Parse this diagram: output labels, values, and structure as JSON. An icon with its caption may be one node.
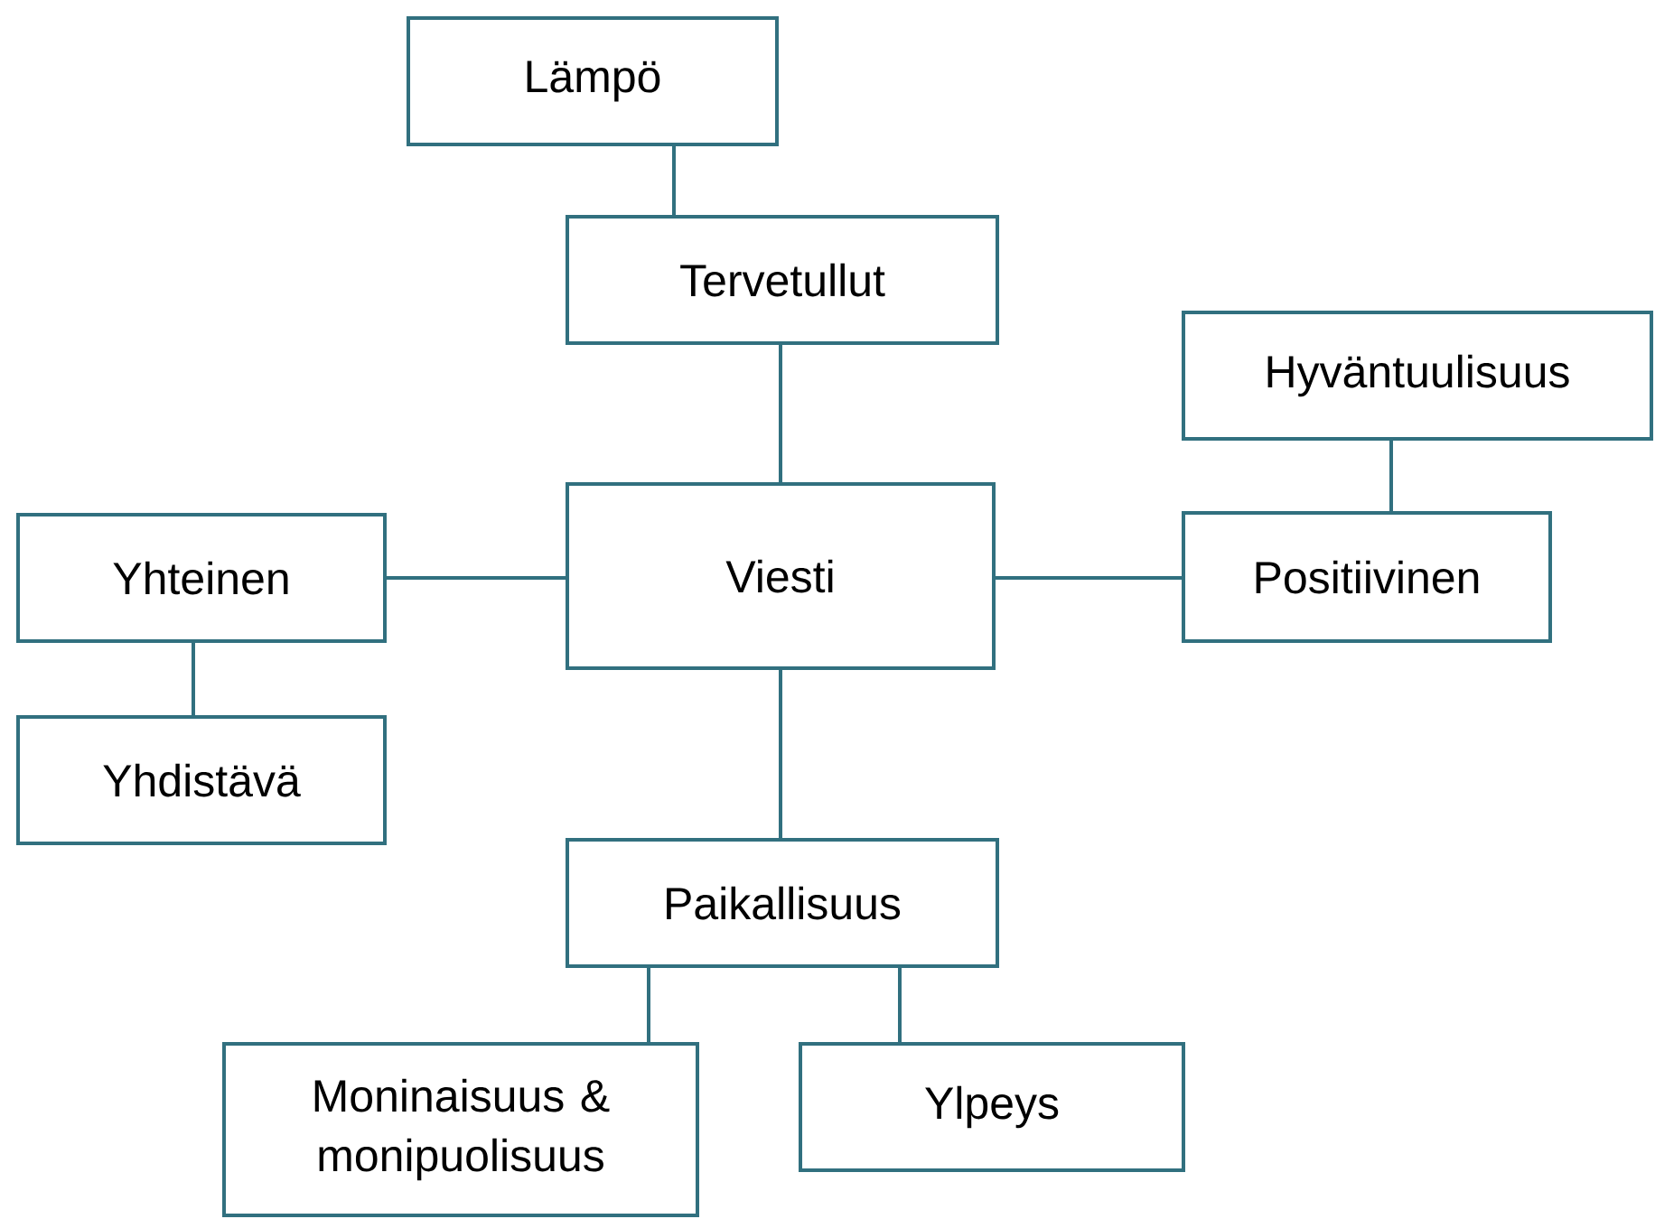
{
  "diagram": {
    "nodes": [
      {
        "text": [
          "Lämpö"
        ]
      },
      {
        "text": [
          "Tervetullut"
        ]
      },
      {
        "text": [
          "Viesti"
        ]
      },
      {
        "text": [
          "Hyväntuulisuus"
        ]
      },
      {
        "text": [
          "Positiivinen"
        ]
      },
      {
        "text": [
          "Yhteinen"
        ]
      },
      {
        "text": [
          "Yhdistävä"
        ]
      },
      {
        "text": [
          "Paikallisuus"
        ]
      },
      {
        "text": [
          "Moninaisuus & monipuolisuus"
        ]
      },
      {
        "text": [
          "Ylpeys"
        ]
      }
    ],
    "edges": [
      {
        "from": 0,
        "to": 1,
        "arrow": "none"
      },
      {
        "from": 1,
        "to": 2,
        "arrow": "none"
      },
      {
        "from": 3,
        "to": 4,
        "arrow": "none"
      },
      {
        "from": 5,
        "to": 2,
        "arrow": "none"
      },
      {
        "from": 2,
        "to": 4,
        "arrow": "none"
      },
      {
        "from": 5,
        "to": 6,
        "arrow": "none"
      },
      {
        "from": 2,
        "to": 7,
        "arrow": "none"
      },
      {
        "from": 7,
        "to": 8,
        "arrow": "none"
      },
      {
        "from": 7,
        "to": 9,
        "arrow": "none"
      }
    ]
  }
}
